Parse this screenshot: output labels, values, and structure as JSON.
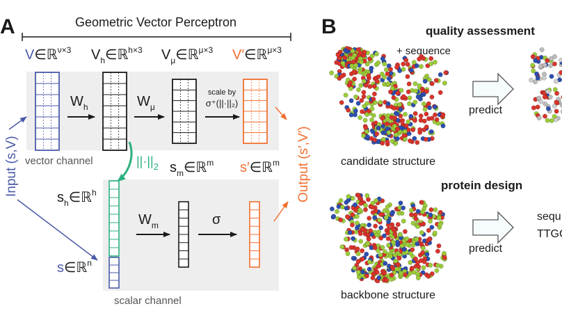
{
  "panel_a": {
    "letter": "A",
    "title": "Geometric Vector Perceptron",
    "v_in": {
      "base": "V",
      "rest": "∈ℝ",
      "sup": "ν×3"
    },
    "v_h": {
      "base": "V",
      "sub": "h",
      "rest": "∈ℝ",
      "sup": "h×3"
    },
    "v_mu": {
      "base": "V",
      "sub": "μ",
      "rest": "∈ℝ",
      "sup": "μ×3"
    },
    "v_out": {
      "base": "V′",
      "rest": "∈ℝ",
      "sup": "μ×3"
    },
    "w_h": {
      "base": "W",
      "sub": "h"
    },
    "w_mu": {
      "base": "W",
      "sub": "μ"
    },
    "scale_by": "scale by",
    "scale_fn": "σ⁺(||·||₂)",
    "vector_channel": "vector channel",
    "norm": "||·||",
    "norm_sub": "2",
    "s_m": {
      "base": "s",
      "sub": "m",
      "rest": "∈ℝ",
      "sup": "m"
    },
    "s_out": {
      "base": "s′",
      "rest": "∈ℝ",
      "sup": "m"
    },
    "s_h": {
      "base": "s",
      "sub": "h",
      "rest": "∈ℝ",
      "sup": "h"
    },
    "s_in": {
      "base": "s",
      "rest": "∈ℝ",
      "sup": "n"
    },
    "w_m": {
      "base": "W",
      "sub": "m"
    },
    "sigma": "σ",
    "scalar_channel": "scalar channel",
    "input_label": "Input (s,V)",
    "output_label": "Output (s′,V′)"
  },
  "panel_b": {
    "letter": "B",
    "quality_title": "quality assessment",
    "plus_sequence": "+ sequence",
    "predict_1": "predict",
    "candidate": "candidate structure",
    "design_title": "protein design",
    "predict_2": "predict",
    "backbone": "backbone structure",
    "seq_partial": "sequ",
    "seq_letters": "TTGC"
  },
  "colors": {
    "blue": "#4a5aa8",
    "green": "#2bb07e",
    "orange": "#f07030",
    "black": "#1a1a1a",
    "panel_bg": "#eeeeee",
    "atom_red": "#d9342b",
    "atom_green": "#9ccc3a",
    "atom_blue": "#2d4fb0"
  }
}
